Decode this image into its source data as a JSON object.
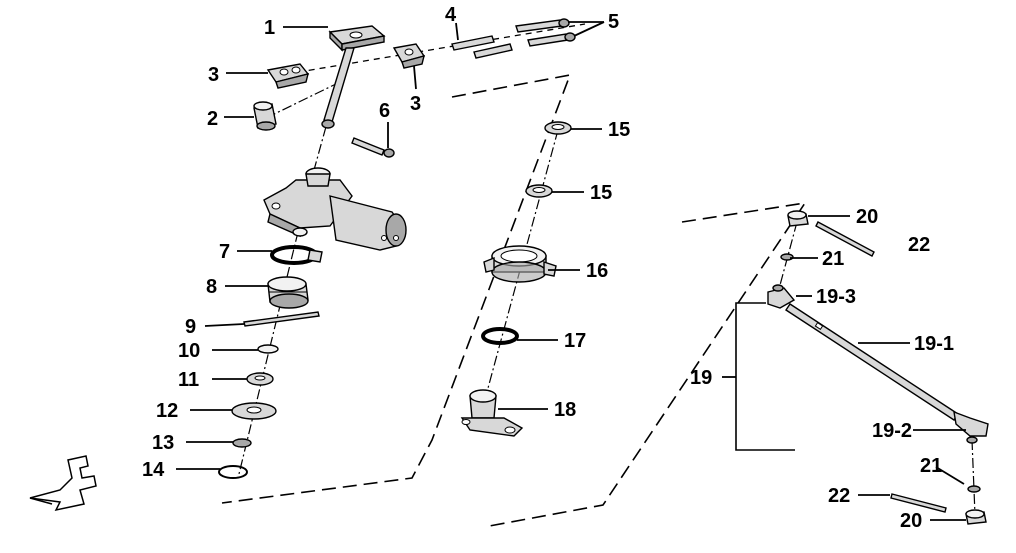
{
  "colors": {
    "ink": "#000000",
    "background": "#ffffff",
    "part_fill": "#d8d8d8",
    "part_shadow": "#a8a8a8"
  },
  "callouts": {
    "c1": "1",
    "c2": "2",
    "c3a": "3",
    "c3b": "3",
    "c4": "4",
    "c5": "5",
    "c6": "6",
    "c7": "7",
    "c8": "8",
    "c9": "9",
    "c10": "10",
    "c11": "11",
    "c12": "12",
    "c13": "13",
    "c14": "14",
    "c15a": "15",
    "c15b": "15",
    "c16": "16",
    "c17": "17",
    "c18": "18",
    "c19": "19",
    "c19_1": "19-1",
    "c19_2": "19-2",
    "c19_3": "19-3",
    "c20a": "20",
    "c20b": "20",
    "c21a": "21",
    "c21b": "21",
    "c22a": "22",
    "c22b": "22"
  },
  "icons": {
    "front_indicator": "front-arrow-f-icon"
  },
  "front_mark": "F"
}
